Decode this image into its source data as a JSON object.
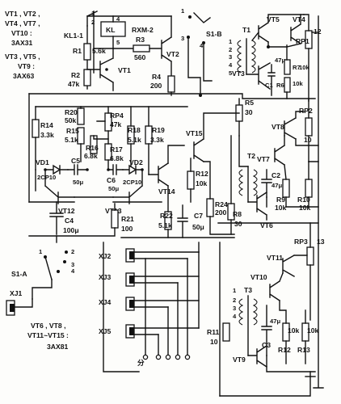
{
  "notes": {
    "top_left": [
      "VT1 , VT2 ,",
      "VT4 , VT7 ,",
      "VT10 :",
      "3AX31",
      "VT3 , VT5 ,",
      "VT9 :",
      "3AX63"
    ],
    "bottom_left": [
      "VT6 , VT8 ,",
      "VT11~VT15 :",
      "3AX81"
    ]
  },
  "labels": {
    "kl1": "KL1-1",
    "kl_box": "KL",
    "rxm": "RXM-2",
    "s1b": "S1-B",
    "s1a": "S1-A",
    "n1": "1",
    "n2": "2",
    "n3": "3",
    "n4": "4",
    "n5": "5",
    "sw1": "1",
    "sw2": "2",
    "sw3": "3",
    "sw4": "4",
    "a1": "1",
    "a2": "2",
    "a3": "3",
    "a4": "4",
    "r1": "R1",
    "r1v": "5.6k",
    "r2": "R2",
    "r2v": "47k",
    "r3": "R3",
    "r3v": "560",
    "r4": "R4",
    "r4v": "200",
    "r5": "R5",
    "r5v": "30",
    "vt1": "VT1",
    "vt2": "VT2",
    "vt3": "VT3",
    "vt4": "VT4",
    "vt5": "VT5",
    "t1": "T1",
    "t1p1": "1",
    "t1p2": "2",
    "t1p3": "3",
    "t1p4": "4",
    "t1p5": "5",
    "c1": "C1",
    "c1v": "47μ",
    "r6": "R6",
    "r7": "R7",
    "r6v": "10k",
    "r7v": "10k",
    "rp1": "RP1",
    "p12": "12",
    "r14": "R14",
    "r14v": "3.3k",
    "r20": "R20",
    "r20v": "50k",
    "r15": "R15",
    "r15v": "5.1k",
    "r16": "R16",
    "r16v": "6.8k",
    "r17": "R17",
    "r17v": "6.8k",
    "rp4": "RP4",
    "rp4v": "47k",
    "r18": "R18",
    "r18v": "5.1k",
    "r19": "R19",
    "r19v": "3.3k",
    "vd1": "VD1",
    "vd1v": "2CP10",
    "vd2": "VD2",
    "vd2v": "2CP10",
    "c5": "C5",
    "c5v": "50μ",
    "c6": "C6",
    "c6v": "50μ",
    "vt12": "VT12",
    "vt13": "VT13",
    "vt14": "VT14",
    "vt15": "VT15",
    "c4": "C4",
    "c4v": "100μ",
    "r21": "R21",
    "r21v": "100",
    "r12": "R12",
    "r12v": "10k",
    "r22": "R22",
    "r22v": "5.1k",
    "c7": "C7",
    "c7v": "50μ",
    "r24": "R24",
    "r24v": "200",
    "vt8": "VT8",
    "rp2": "RP2",
    "p10": "10",
    "t2": "T2",
    "c2": "C2",
    "c2v": "47μ",
    "r9": "R9",
    "r9v": "10k",
    "r10": "R10",
    "r10v": "10k",
    "r8": "R8",
    "r8v": "30",
    "vt6": "VT6",
    "vt7": "VT7",
    "xj1": "XJ1",
    "xj2": "XJ2",
    "xj3": "XJ3",
    "xj4": "XJ4",
    "xj5": "XJ5",
    "rp3": "RP3",
    "p13": "13",
    "vt11": "VT11",
    "vt10": "VT10",
    "t3": "T3",
    "t3p1": "1",
    "t3p2": "2",
    "t3p3": "3",
    "t3p4": "4",
    "c3": "C3",
    "c3v": "47μ",
    "r12b": "R12",
    "r12bv": "10k",
    "r13": "R13",
    "r13v": "10k",
    "r11": "R11",
    "r11v": "10",
    "vt9": "VT9",
    "fen": "分"
  }
}
